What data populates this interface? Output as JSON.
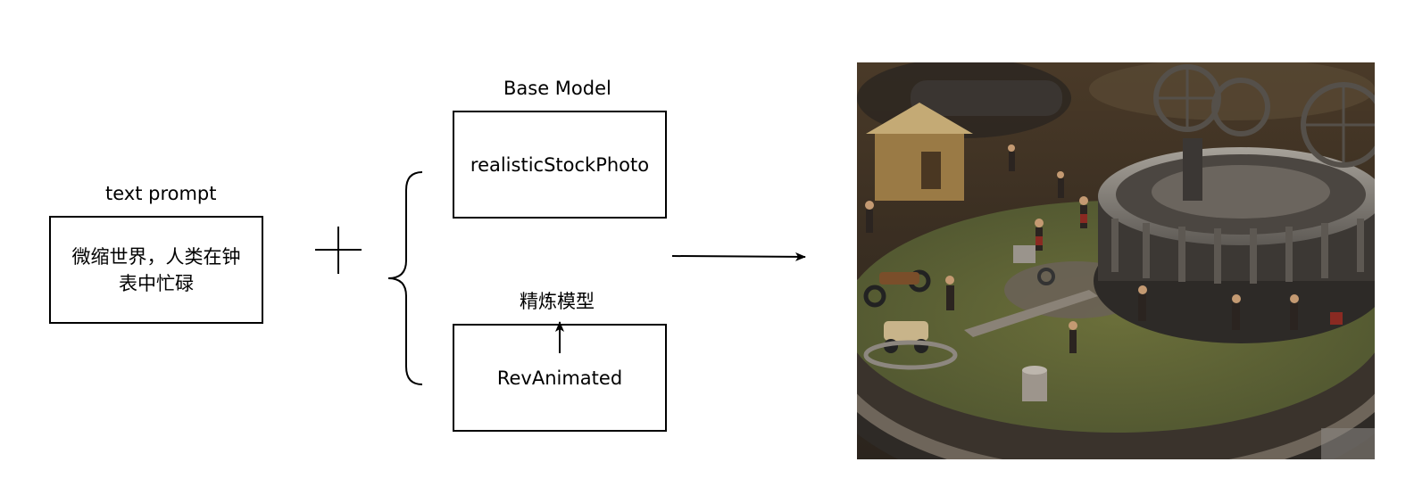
{
  "text_prompt": {
    "title": "text prompt",
    "content": "微缩世界，人类在钟表中忙碌",
    "line1": "微缩世界，人类在钟",
    "line2": "表中忙碌"
  },
  "base_model": {
    "title": "Base Model",
    "name": "realisticStockPhoto"
  },
  "refiner_model": {
    "title": "精炼模型",
    "name": "RevAnimated"
  },
  "output_image": {
    "subject": "miniature figures working inside a clockwork mechanism"
  }
}
